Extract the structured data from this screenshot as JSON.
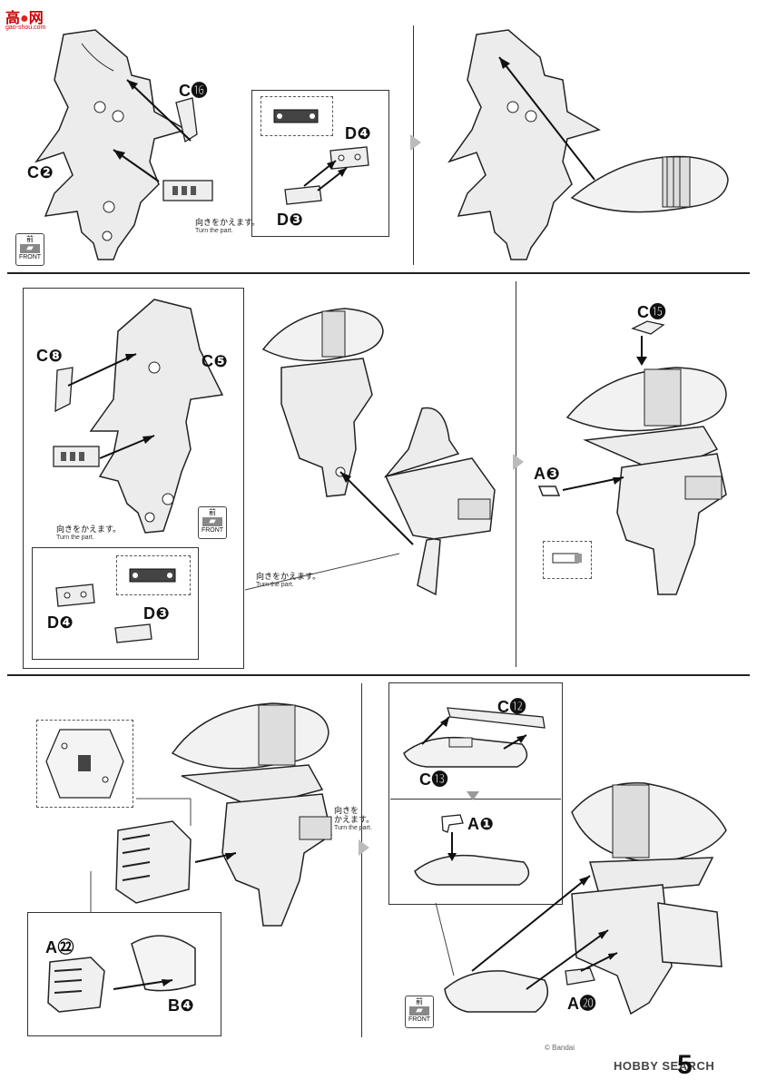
{
  "watermark": {
    "logo_text": "高",
    "logo_text2": "网",
    "url": "gao-shou.com"
  },
  "panel1": {
    "labels": {
      "c16": "C⓰",
      "c2": "C❷",
      "d4": "D❹",
      "d3": "D❸"
    },
    "note": {
      "jp": "向きをかえます。",
      "en": "Turn the part."
    },
    "front": {
      "kanji": "前",
      "text": "FRONT"
    }
  },
  "panel2": {
    "labels": {
      "c8": "C❽",
      "c5": "C❺",
      "d4": "D❹",
      "d3": "D❸",
      "c15": "C⓯",
      "a3": "A❸"
    },
    "note1": {
      "jp": "向きをかえます。",
      "en": "Turn the part."
    },
    "note2": {
      "jp": "向きをかえます。",
      "en": "Turn the part."
    },
    "front": {
      "kanji": "前",
      "text": "FRONT"
    }
  },
  "panel3": {
    "labels": {
      "c12": "C⓬",
      "c13": "C⓭",
      "a1": "A❶",
      "a22": "A㉒",
      "b4": "B❹",
      "a20": "A⓴"
    },
    "note": {
      "jp1": "向きを",
      "jp2": "かえます。",
      "en": "Turn the part."
    },
    "front": {
      "kanji": "前",
      "text": "FRONT"
    }
  },
  "footer": {
    "page_number": "5",
    "source_mark": "HOBBY SEARCH",
    "copyright": "© Bandai"
  }
}
